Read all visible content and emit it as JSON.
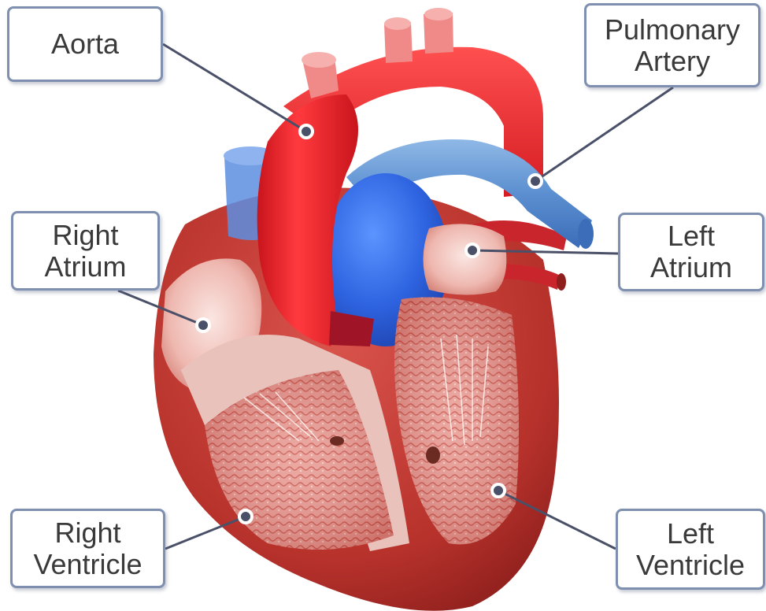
{
  "labels": {
    "aorta": "Aorta",
    "pulmonary_artery": [
      "Pulmonary",
      "Artery"
    ],
    "right_atrium": [
      "Right",
      "Atrium"
    ],
    "left_atrium": [
      "Left",
      "Atrium"
    ],
    "right_ventricle": [
      "Right",
      "Ventricle"
    ],
    "left_ventricle": [
      "Left",
      "Ventricle"
    ]
  },
  "colors": {
    "aorta_red": "#e8202a",
    "pulmonary_blue": "#3d6fd6",
    "muscle_dark": "#b8322c",
    "chamber_pink": "#f3c9c4",
    "label_border": "#7f8fb0",
    "pointer_line": "#4a5068"
  }
}
